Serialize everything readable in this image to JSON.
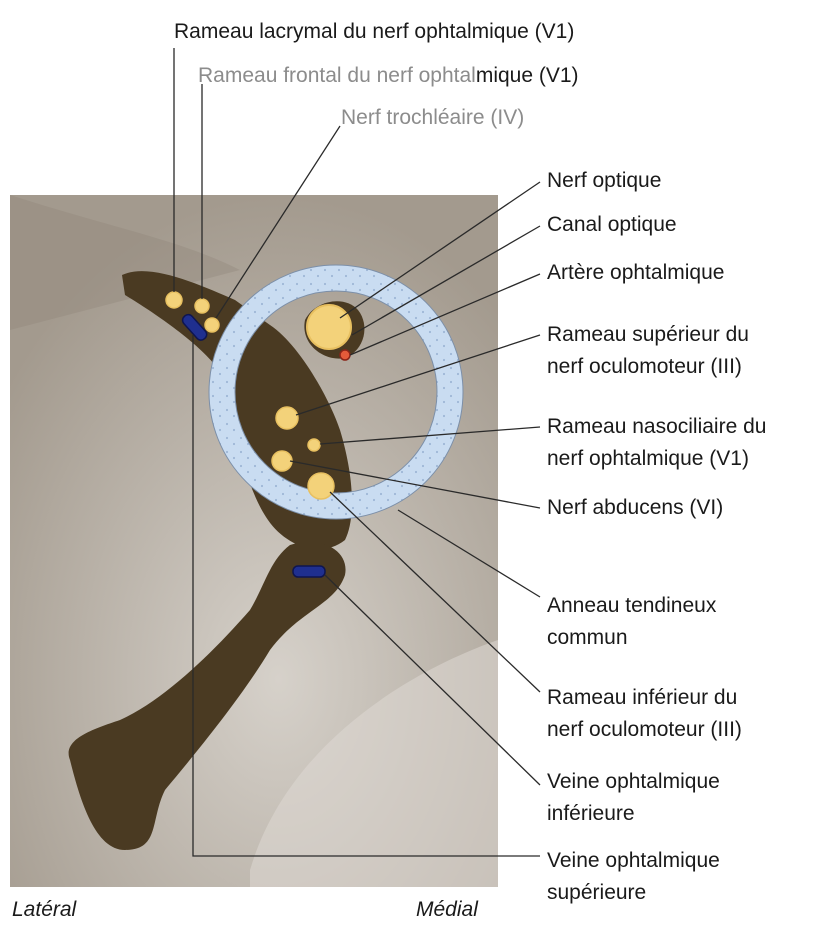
{
  "labels": {
    "lacrymal": "Rameau lacrymal du nerf ophtalmique (V1)",
    "frontal_a": "Rameau frontal du nerf ophtal",
    "frontal_b": "mique (V1)",
    "trochleaire": "Nerf trochléaire (IV)",
    "nerf_optique": "Nerf optique",
    "canal_optique": "Canal optique",
    "artere": "Artère ophtalmique",
    "sup_oculomoteur_1": "Rameau supérieur du",
    "sup_oculomoteur_2": "nerf oculomoteur (III)",
    "nasociliaire_1": "Rameau nasociliaire du",
    "nasociliaire_2": "nerf ophtalmique (V1)",
    "abducens": "Nerf abducens (VI)",
    "anneau_1": "Anneau tendineux",
    "anneau_2": "commun",
    "inf_oculomoteur_1": "Rameau inférieur du",
    "inf_oculomoteur_2": "nerf oculomoteur (III)",
    "veine_inf_1": "Veine ophtalmique",
    "veine_inf_2": "inférieure",
    "veine_sup_1": "Veine ophtalmique",
    "veine_sup_2": "supérieure",
    "lateral": "Latéral",
    "medial": "Médial"
  },
  "colors": {
    "background": "#a89f94",
    "fissure": "#4a3a22",
    "ring": "#c9dcf1",
    "nerve": "#f3d27a",
    "vein": "#1f2f8f",
    "artery": "#c0392b",
    "line": "#2a2a2a"
  }
}
